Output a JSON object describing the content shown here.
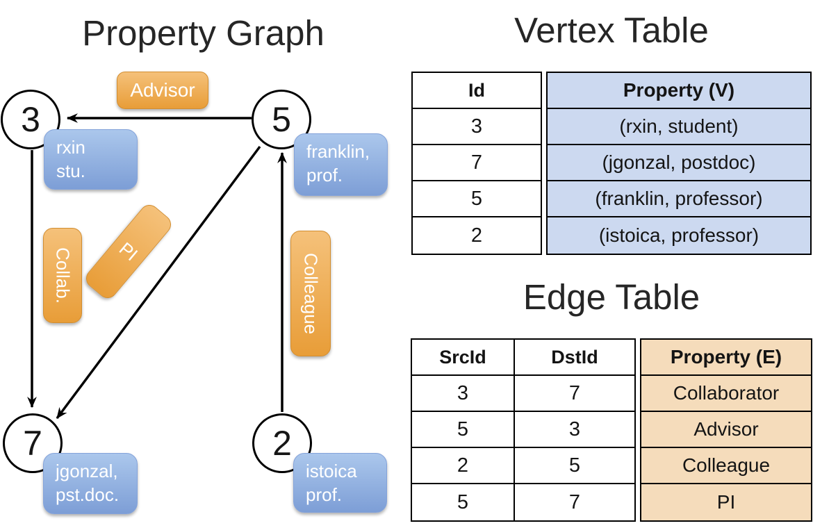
{
  "graph": {
    "title": "Property Graph",
    "vertices": [
      {
        "id": "3",
        "label_lines": [
          "rxin",
          "stu."
        ]
      },
      {
        "id": "5",
        "label_lines": [
          "franklin,",
          "prof."
        ]
      },
      {
        "id": "7",
        "label_lines": [
          "jgonzal,",
          "pst.doc."
        ]
      },
      {
        "id": "2",
        "label_lines": [
          "istoica",
          "prof."
        ]
      }
    ],
    "edges": [
      {
        "src": "5",
        "dst": "3",
        "label": "Advisor"
      },
      {
        "src": "3",
        "dst": "7",
        "label": "Collab."
      },
      {
        "src": "5",
        "dst": "7",
        "label": "PI"
      },
      {
        "src": "2",
        "dst": "5",
        "label": "Colleague"
      }
    ]
  },
  "vertex_table": {
    "title": "Vertex Table",
    "columns": [
      "Id",
      "Property (V)"
    ],
    "rows": [
      [
        "3",
        "(rxin, student)"
      ],
      [
        "7",
        "(jgonzal, postdoc)"
      ],
      [
        "5",
        "(franklin, professor)"
      ],
      [
        "2",
        "(istoica, professor)"
      ]
    ]
  },
  "edge_table": {
    "title": "Edge Table",
    "columns": [
      "SrcId",
      "DstId",
      "Property (E)"
    ],
    "rows": [
      [
        "3",
        "7",
        "Collaborator"
      ],
      [
        "5",
        "3",
        "Advisor"
      ],
      [
        "2",
        "5",
        "Colleague"
      ],
      [
        "5",
        "7",
        "PI"
      ]
    ]
  },
  "colors": {
    "node_stroke": "#000000",
    "vertex_label_gradient_top": "#abc7ec",
    "vertex_label_gradient_bottom": "#7d9ed6",
    "edge_label_gradient_top": "#f5c17a",
    "edge_label_gradient_bottom": "#e89d38",
    "vertex_table_property_bg": "#ccd9f0",
    "edge_table_property_bg": "#f5dcbb"
  }
}
